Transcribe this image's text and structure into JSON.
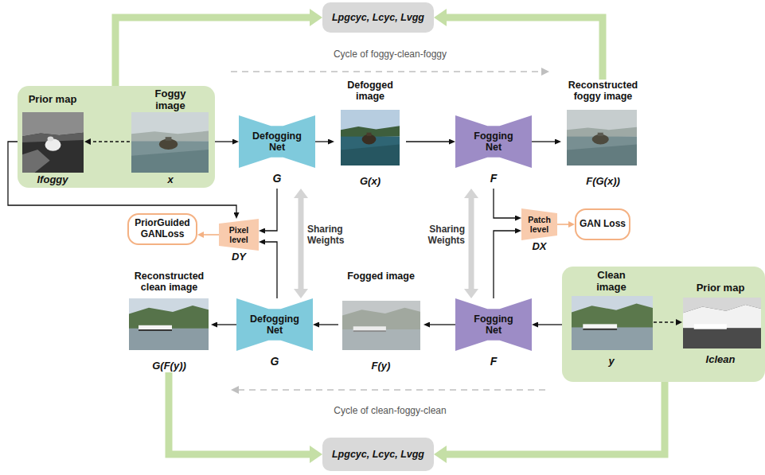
{
  "diagram": {
    "nodes": [
      {
        "text": [
          "Lpgcyc, Lcyc, Lvgg"
        ]
      },
      {
        "text": [
          "Prior map",
          "Foggy image",
          "Ifoggy",
          "x"
        ]
      },
      {
        "text": [
          "Defogging Net",
          "G"
        ]
      },
      {
        "text": [
          "Defogged image",
          "G(x)"
        ]
      },
      {
        "text": [
          "Fogging Net",
          "F"
        ]
      },
      {
        "text": [
          "Reconstructed foggy image",
          "F(G(x))"
        ]
      },
      {
        "text": [
          "Pixel level",
          "DY"
        ]
      },
      {
        "text": [
          "PriorGuided GANLoss"
        ]
      },
      {
        "text": [
          "Patch level",
          "DX"
        ]
      },
      {
        "text": [
          "GAN Loss"
        ]
      },
      {
        "text": [
          "Reconstructed clean image",
          "G(F(y))"
        ]
      },
      {
        "text": [
          "Defogging Net",
          "G"
        ]
      },
      {
        "text": [
          "Fogged image",
          "F(y)"
        ]
      },
      {
        "text": [
          "Fogging Net",
          "F"
        ]
      },
      {
        "text": [
          "Clean image",
          "Prior map",
          "y",
          "Iclean"
        ]
      },
      {
        "text": [
          "Lpgcyc, Lcyc, Lvgg"
        ]
      }
    ],
    "edges": [
      {
        "from": 1,
        "to": 0,
        "arrow": "to"
      },
      {
        "from": 5,
        "to": 0,
        "arrow": "to"
      },
      {
        "from": 1,
        "to": 2,
        "arrow": "to"
      },
      {
        "from": 2,
        "to": 3,
        "arrow": "to"
      },
      {
        "from": 3,
        "to": 4,
        "arrow": "to"
      },
      {
        "from": 4,
        "to": 5,
        "arrow": "to"
      },
      {
        "from": 1,
        "to": 6,
        "arrow": "to"
      },
      {
        "from": 2,
        "to": 6,
        "arrow": "to"
      },
      {
        "from": 11,
        "to": 6,
        "arrow": "to"
      },
      {
        "from": 6,
        "to": 7,
        "arrow": "to"
      },
      {
        "from": 4,
        "to": 8,
        "arrow": "to"
      },
      {
        "from": 13,
        "to": 8,
        "arrow": "to"
      },
      {
        "from": 8,
        "to": 9,
        "arrow": "to"
      },
      {
        "from": 2,
        "to": 11,
        "arrow": "both"
      },
      {
        "from": 4,
        "to": 13,
        "arrow": "both"
      },
      {
        "from": 14,
        "to": 13,
        "arrow": "to"
      },
      {
        "from": 13,
        "to": 12,
        "arrow": "to"
      },
      {
        "from": 12,
        "to": 11,
        "arrow": "to"
      },
      {
        "from": 11,
        "to": 10,
        "arrow": "to"
      },
      {
        "from": 10,
        "to": 15,
        "arrow": "to"
      },
      {
        "from": 14,
        "to": 15,
        "arrow": "to"
      }
    ],
    "labels": [
      "Cycle of foggy-clean-foggy",
      "Sharing Weights",
      "Sharing Weights",
      "Cycle of clean-foggy-clean"
    ]
  }
}
